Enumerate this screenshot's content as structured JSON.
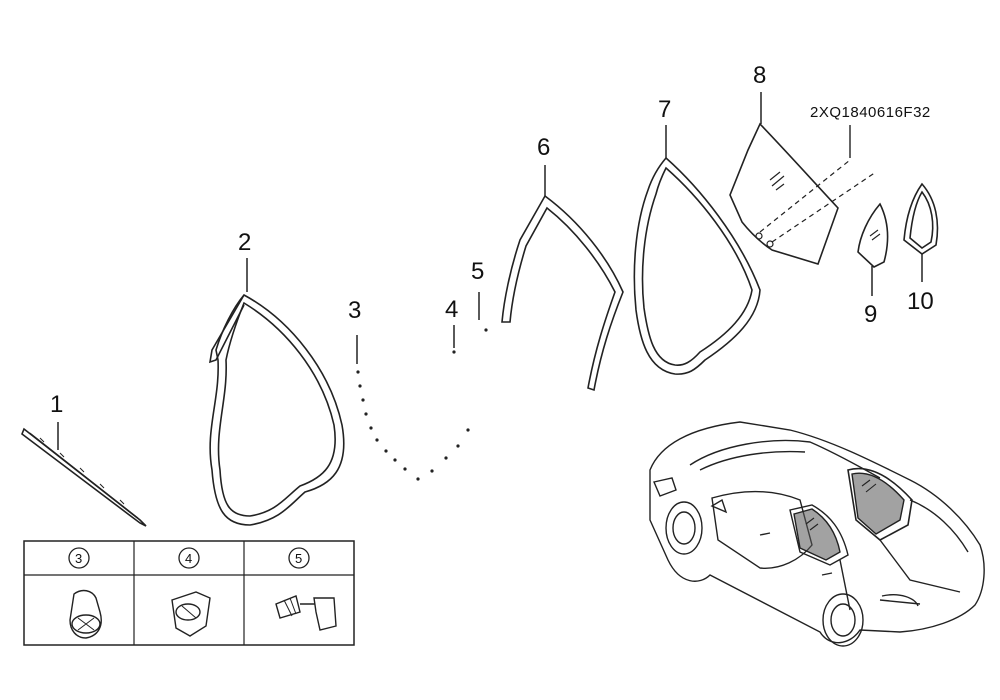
{
  "part_code": "2XQ1840616F32",
  "callouts": [
    "1",
    "2",
    "3",
    "4",
    "5",
    "6",
    "7",
    "8",
    "9",
    "10"
  ],
  "clip_table": {
    "headers": [
      "3",
      "4",
      "5"
    ]
  }
}
